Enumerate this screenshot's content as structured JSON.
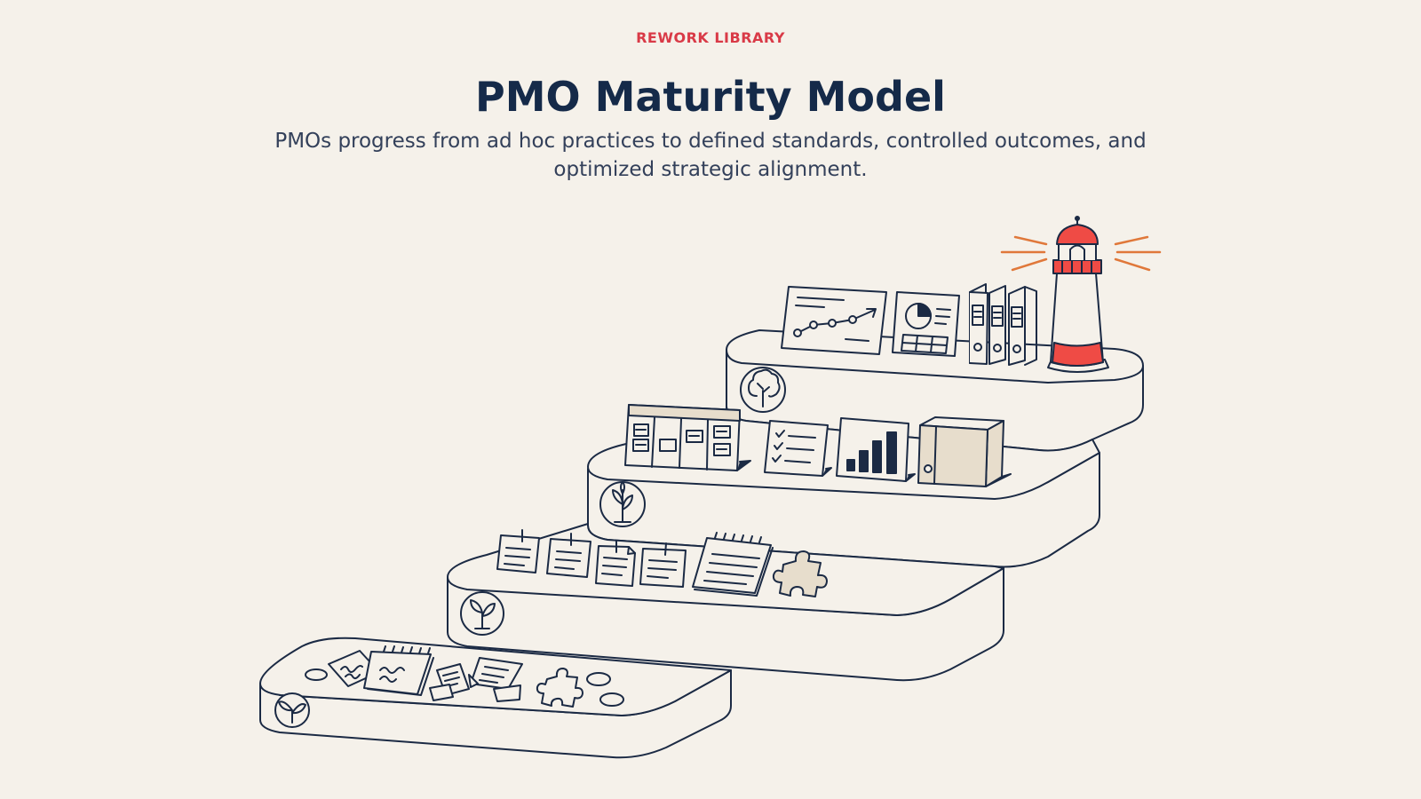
{
  "header": {
    "eyebrow": "REWORK LIBRARY",
    "title": "PMO Maturity Model",
    "subtitle": "PMOs progress from ad hoc practices to defined standards, controlled outcomes, and optimized strategic alignment."
  },
  "colors": {
    "background": "#f5f1ea",
    "eyebrow": "#d93a47",
    "title": "#152a49",
    "subtitle": "#33405a",
    "line": "#1b2a44",
    "accent_red": "#ef4b45",
    "accent_orange": "#e0783a",
    "fill_tan": "#e7ddcc"
  },
  "steps": [
    {
      "level": 1,
      "icon": "seedling-icon"
    },
    {
      "level": 2,
      "icon": "sprout-icon"
    },
    {
      "level": 3,
      "icon": "plant-icon"
    },
    {
      "level": 4,
      "icon": "tree-icon"
    }
  ],
  "landmark_icon": "lighthouse-icon"
}
